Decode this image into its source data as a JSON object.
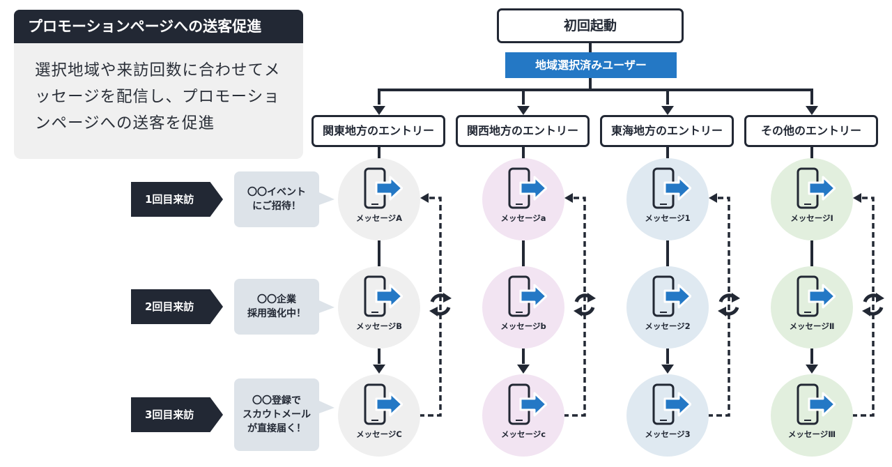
{
  "header": {
    "title": "プロモーションページへの送客促進",
    "description": "選択地域や来訪回数に合わせてメッセージを配信し、プロモーションページへの送客を促進"
  },
  "flow": {
    "first_launch": "初回起動",
    "user_segment": "地域選択済みユーザー"
  },
  "entries": [
    "関東地方のエントリー",
    "関西地方のエントリー",
    "東海地方のエントリー",
    "その他のエントリー"
  ],
  "visits": [
    {
      "label": "1回目来訪",
      "bubble": "〇〇イベント\nにご招待！"
    },
    {
      "label": "2回目来訪",
      "bubble": "〇〇企業\n採用強化中！"
    },
    {
      "label": "3回目来訪",
      "bubble": "〇〇登録で\nスカウトメール\nが直接届く！"
    }
  ],
  "messages": [
    [
      "メッセージA",
      "メッセージB",
      "メッセージC"
    ],
    [
      "メッセージa",
      "メッセージb",
      "メッセージc"
    ],
    [
      "メッセージ1",
      "メッセージ2",
      "メッセージ3"
    ],
    [
      "メッセージⅠ",
      "メッセージⅡ",
      "メッセージⅢ"
    ]
  ],
  "colors": {
    "dark": "#222834",
    "accent_blue": "#2478c5",
    "circle_fills": [
      "#efefef",
      "#f2e4f2",
      "#dfe9f1",
      "#e2efde"
    ]
  },
  "icons": {
    "phone": "phone-arrow-icon",
    "repeat": "refresh-cycle-icon"
  }
}
